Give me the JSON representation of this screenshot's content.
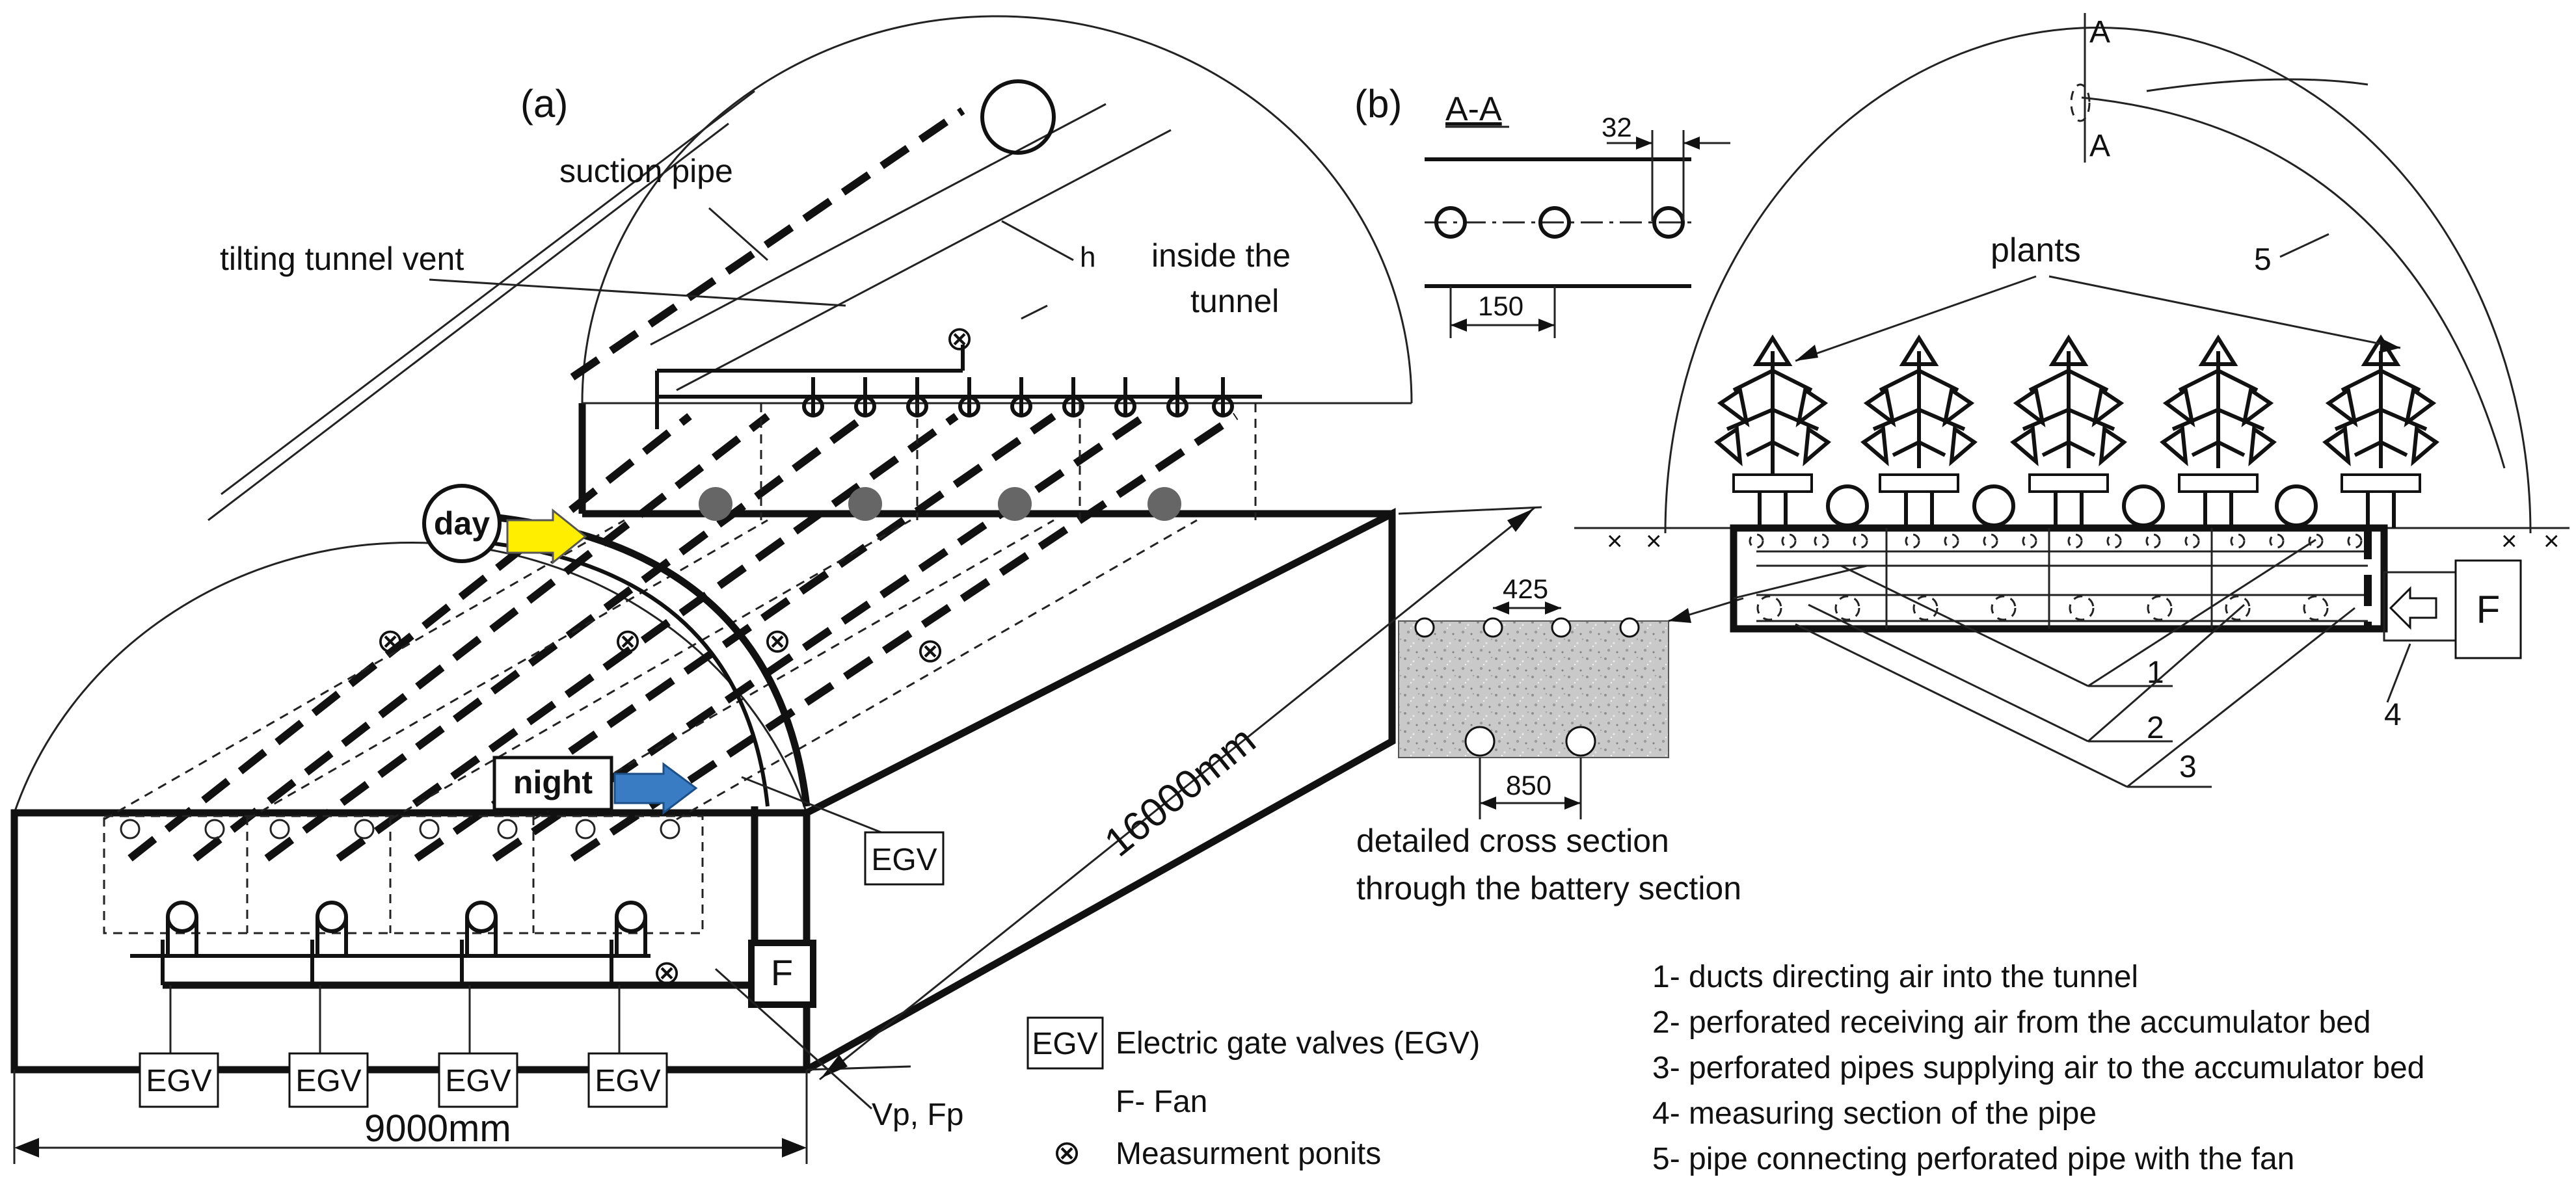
{
  "panel_a": {
    "label": "(a)",
    "suction_pipe": "suction pipe",
    "tilting_vent": "tilting tunnel vent",
    "inside_line1": "inside the",
    "inside_line2": "tunnel",
    "h_label": "h",
    "day": "day",
    "night": "night",
    "egv_side": "EGV",
    "fan": "F",
    "egv_bottom": [
      "EGV",
      "EGV",
      "EGV",
      "EGV"
    ],
    "length_dim": "16000mm",
    "width_dim": "9000mm",
    "vp_fp": "Vp, Fp"
  },
  "legend": {
    "egv_box": "EGV",
    "egv_text": "Electric gate valves (EGV)",
    "fan_text": "F- Fan",
    "measure_symbol": "⊗",
    "measure_text": "Measurment ponits"
  },
  "panel_b": {
    "label": "(b)",
    "section_title": "A-A",
    "dim_32": "32",
    "dim_150": "150",
    "dim_425": "425",
    "dim_850": "850",
    "detail_line1": "detailed cross section",
    "detail_line2": "through the battery section",
    "plants": "plants",
    "section_mark_top": "A",
    "section_mark_bottom": "A",
    "fan": "F",
    "num_1": "1",
    "num_2": "2",
    "num_3": "3",
    "num_4": "4",
    "num_5": "5",
    "cross_marks": [
      "×",
      "×",
      "×",
      "×"
    ]
  },
  "notes": [
    "1- ducts directing air into the tunnel",
    "2- perforated  receiving air from the accumulator bed",
    "3- perforated pipes supplying air to the accumulator bed",
    "4- measuring section of the pipe",
    "5- pipe connecting perforated pipe with the fan"
  ],
  "colors": {
    "day_arrow": "#ffee00",
    "night_arrow": "#3a7cc4",
    "stone_fill": "#c8c8c8",
    "buried_pipes": "#666666"
  }
}
